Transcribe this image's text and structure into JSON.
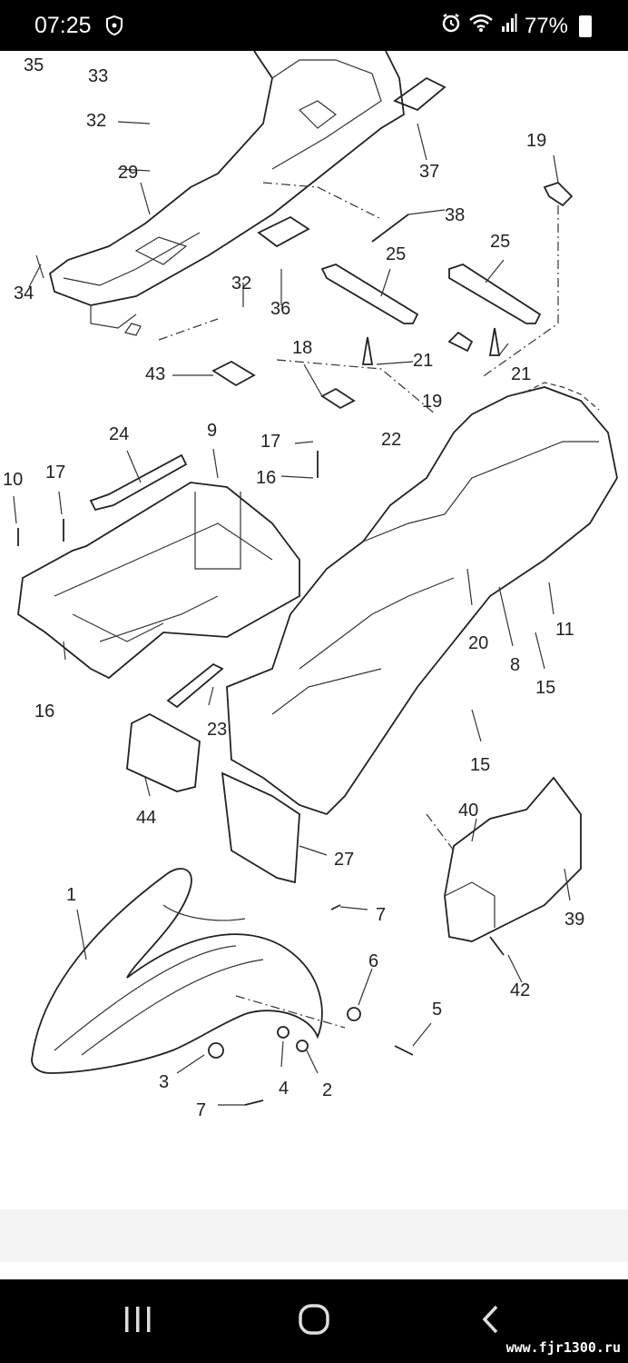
{
  "status_bar": {
    "time": "07:25",
    "shield_icon": "shield-icon",
    "alarm_icon": "alarm-icon",
    "wifi_icon": "wifi-icon",
    "signal_icon": "signal-icon",
    "battery_percent": "77%",
    "battery_icon": "battery-icon"
  },
  "diagram": {
    "part_labels": [
      "35",
      "33",
      "32",
      "29",
      "34",
      "32",
      "36",
      "37",
      "38",
      "25",
      "25",
      "19",
      "19",
      "18",
      "21",
      "21",
      "22",
      "43",
      "24",
      "9",
      "17",
      "16",
      "10",
      "17",
      "16",
      "23",
      "44",
      "27",
      "8",
      "20",
      "11",
      "15",
      "15",
      "40",
      "39",
      "42",
      "1",
      "7",
      "7",
      "6",
      "5",
      "4",
      "3",
      "2"
    ]
  },
  "nav_bar": {
    "recents_icon": "recents-icon",
    "home_icon": "home-icon",
    "back_icon": "back-icon"
  },
  "watermark": "www.fjr1300.ru"
}
